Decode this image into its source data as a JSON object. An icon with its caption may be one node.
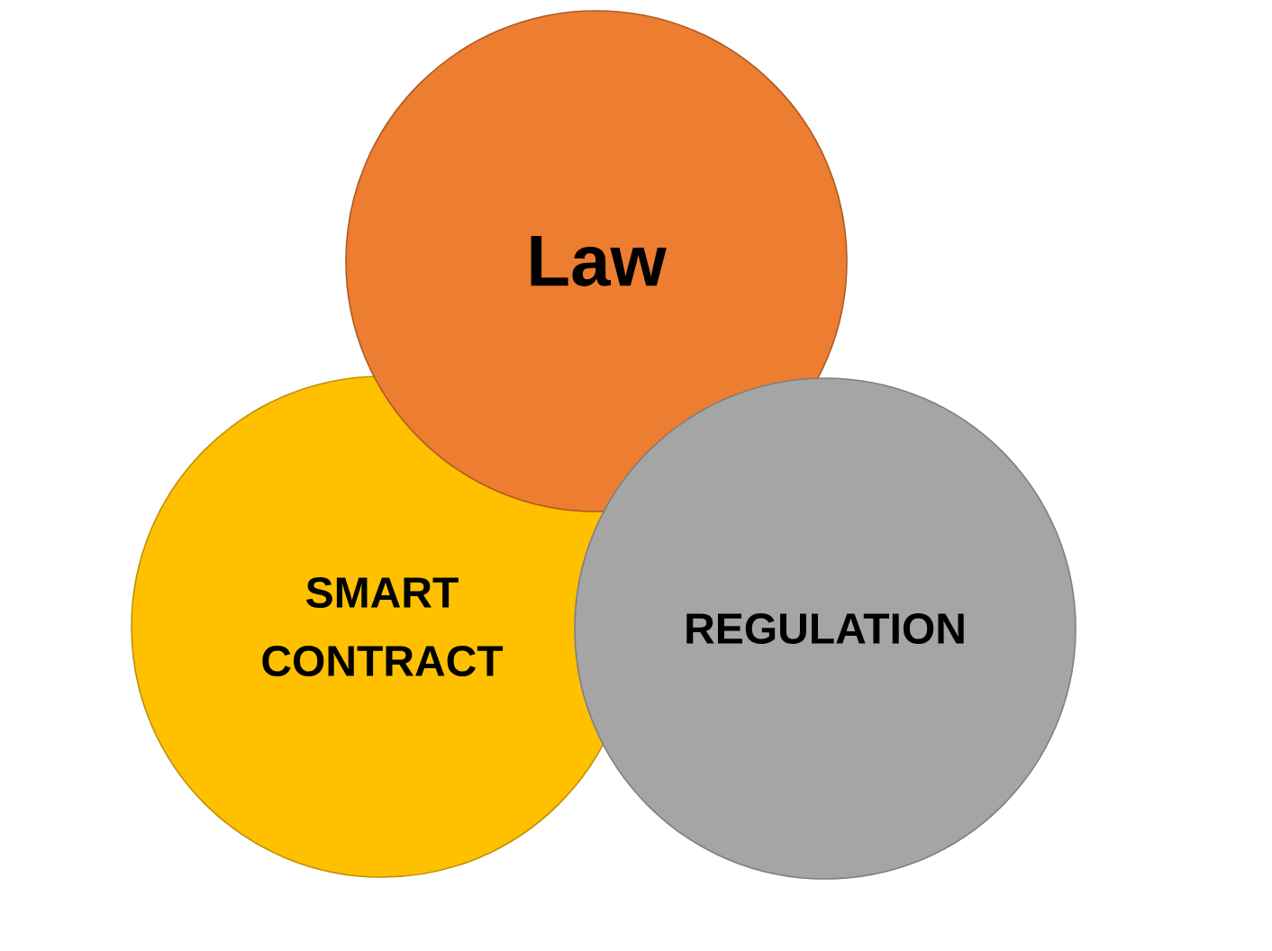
{
  "diagram": {
    "nodes": [
      {
        "text": [
          "Law"
        ]
      },
      {
        "text": [
          "SMART CONTRACT"
        ]
      },
      {
        "text": [
          "REGULATION"
        ]
      }
    ]
  }
}
